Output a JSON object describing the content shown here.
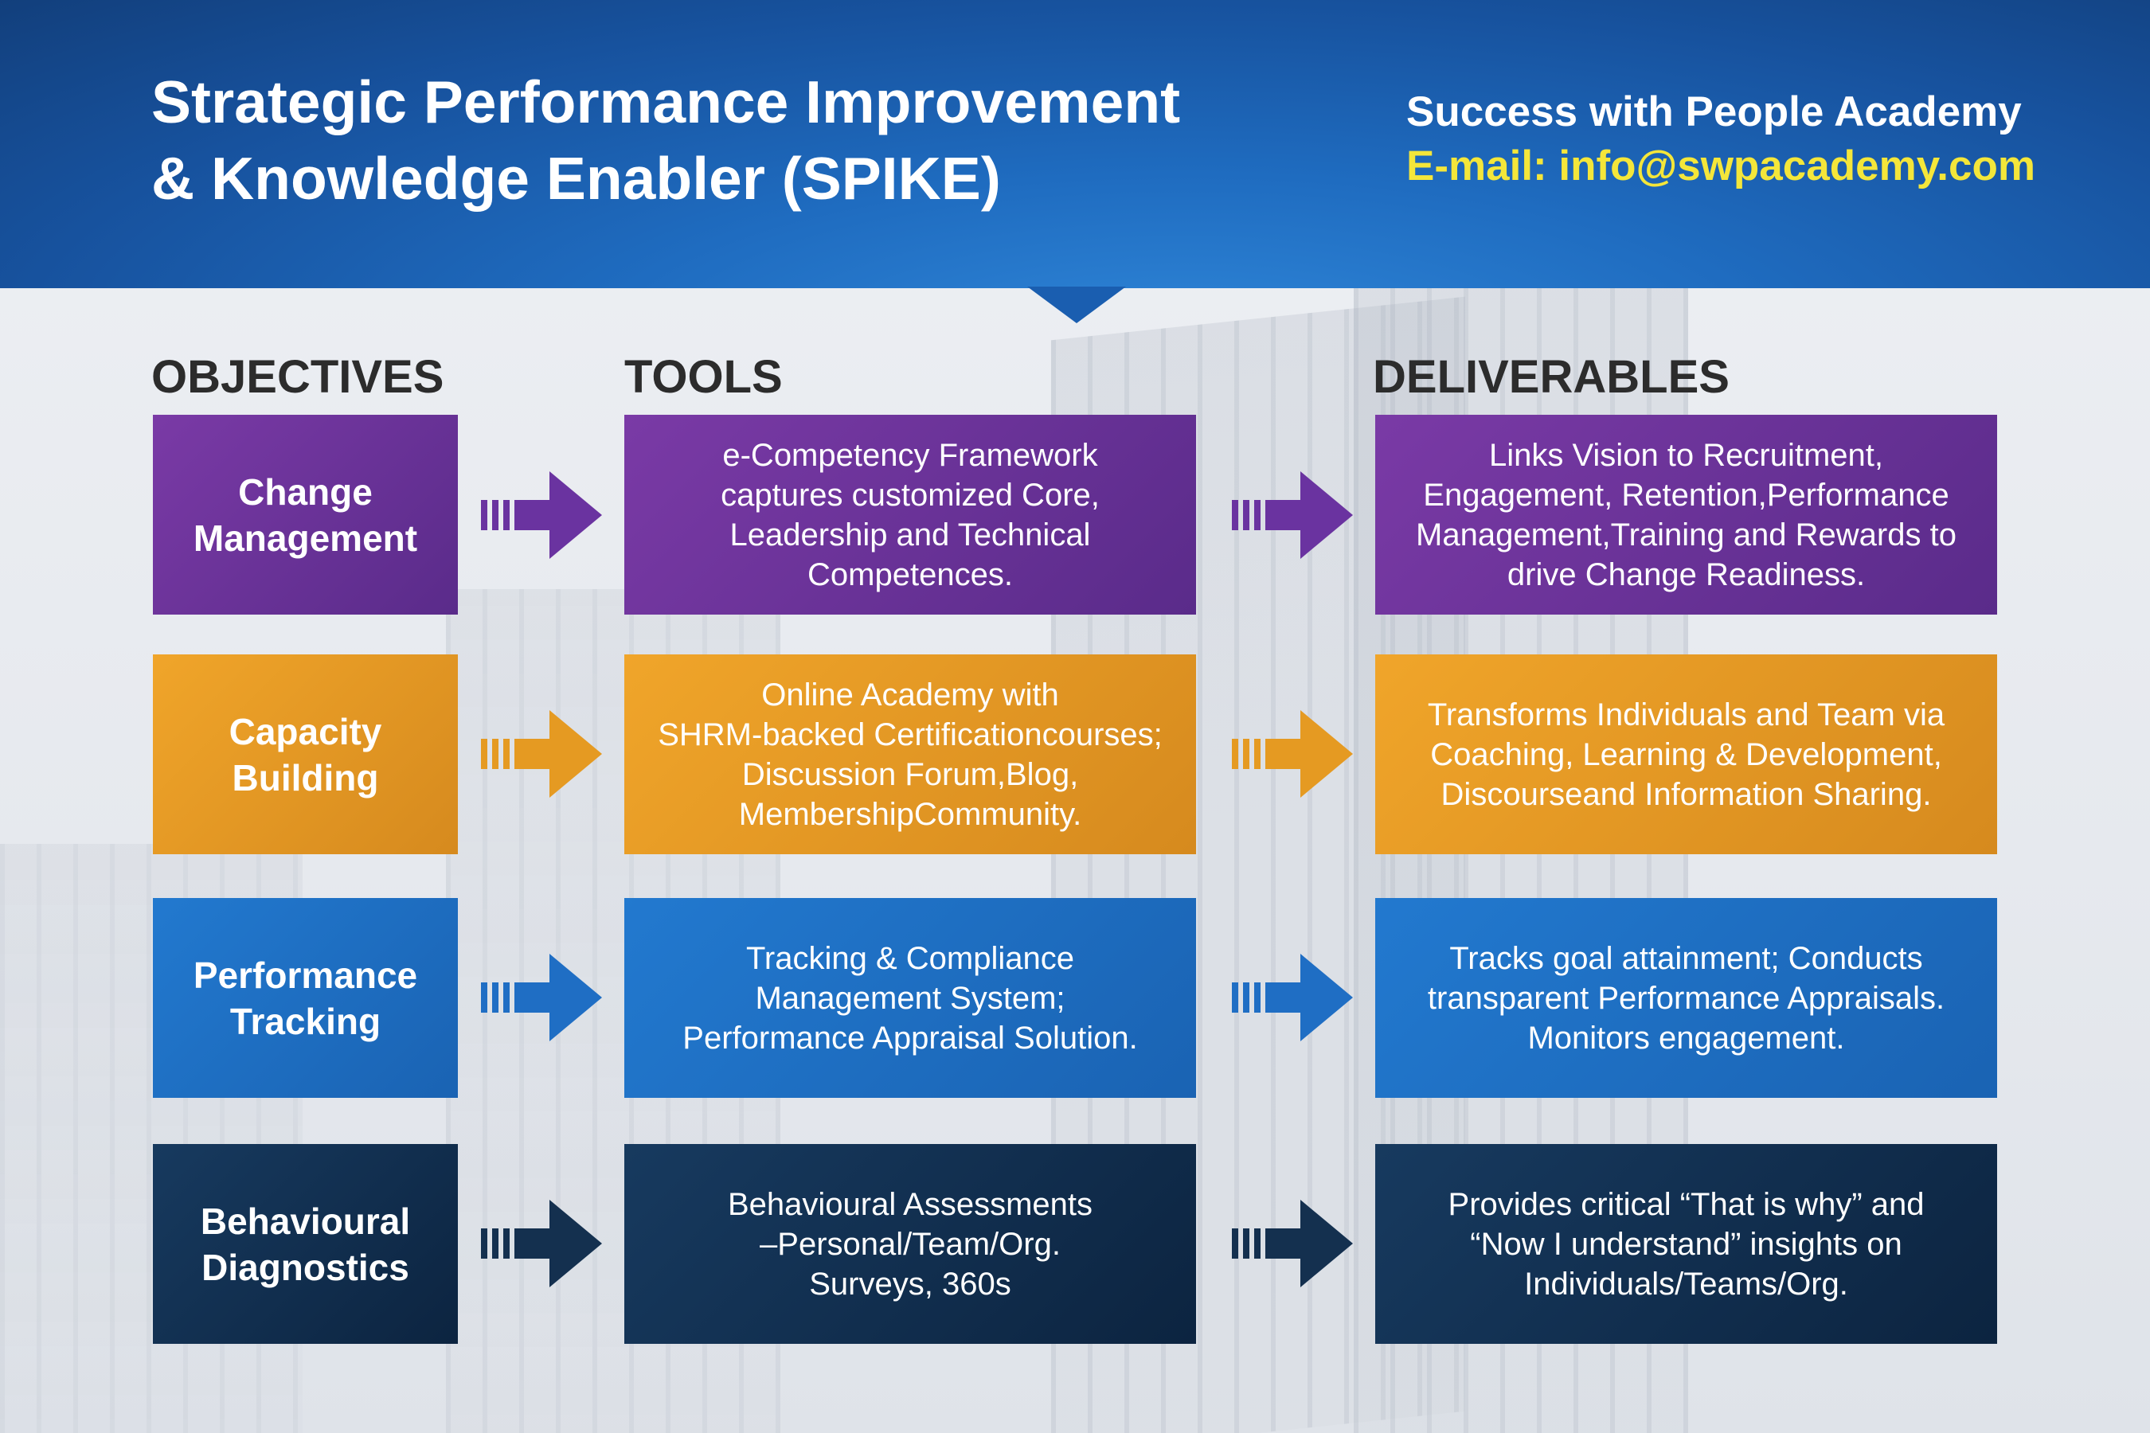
{
  "header": {
    "title_line1": "Strategic Performance Improvement",
    "title_line2": "& Knowledge Enabler (SPIKE)",
    "org": "Success with People Academy",
    "email": "E-mail: info@swpacademy.com"
  },
  "columns": {
    "objectives": "OBJECTIVES",
    "tools": "TOOLS",
    "deliverables": "DELIVERABLES"
  },
  "rows": [
    {
      "objective": [
        "Change",
        "Management"
      ],
      "tool": [
        "e-Competency Framework",
        "captures customized Core,",
        "Leadership and Technical",
        "Competences."
      ],
      "deliverable": [
        "Links Vision to Recruitment,",
        "Engagement, Retention,Performance",
        "Management,Training and Rewards to",
        "drive Change Readiness."
      ],
      "color": "#6a33a0"
    },
    {
      "objective": [
        "Capacity",
        "Building"
      ],
      "tool": [
        "Online Academy with",
        "SHRM-backed Certificationcourses;",
        "Discussion Forum,Blog,",
        "MembershipCommunity."
      ],
      "deliverable": [
        "Transforms Individuals and Team via",
        "Coaching, Learning & Development,",
        "Discourseand Information Sharing."
      ],
      "color": "#e59a22"
    },
    {
      "objective": [
        "Performance",
        "Tracking"
      ],
      "tool": [
        "Tracking & Compliance",
        "Management System;",
        "Performance Appraisal Solution."
      ],
      "deliverable": [
        "Tracks goal attainment; Conducts",
        "transparent Performance Appraisals.",
        "Monitors engagement."
      ],
      "color": "#1f6ec4"
    },
    {
      "objective": [
        "Behavioural",
        "Diagnostics"
      ],
      "tool": [
        "Behavioural Assessments",
        "–Personal/Team/Org.",
        "Surveys, 360s"
      ],
      "deliverable": [
        "Provides critical “That is why” and",
        "“Now I understand” insights on",
        "Individuals/Teams/Org."
      ],
      "color": "#14304f"
    }
  ]
}
